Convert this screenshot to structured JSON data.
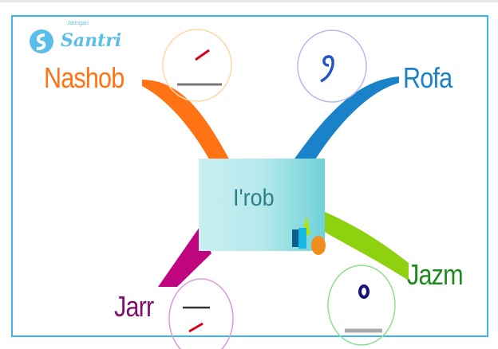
{
  "logo": {
    "small_text": "Jaringan",
    "text": "Santri"
  },
  "center": {
    "label": "I'rob"
  },
  "branches": {
    "nashob": {
      "label": "Nashob",
      "mark": "fathah",
      "color": "#ff7314"
    },
    "rofa": {
      "label": "Rofa",
      "mark": "dhammah",
      "color": "#1a82c8"
    },
    "jarr": {
      "label": "Jarr",
      "mark": "kasrah",
      "color": "#c0067e"
    },
    "jazm": {
      "label": "Jazm",
      "mark": "sukun",
      "color": "#8dd10f"
    }
  }
}
